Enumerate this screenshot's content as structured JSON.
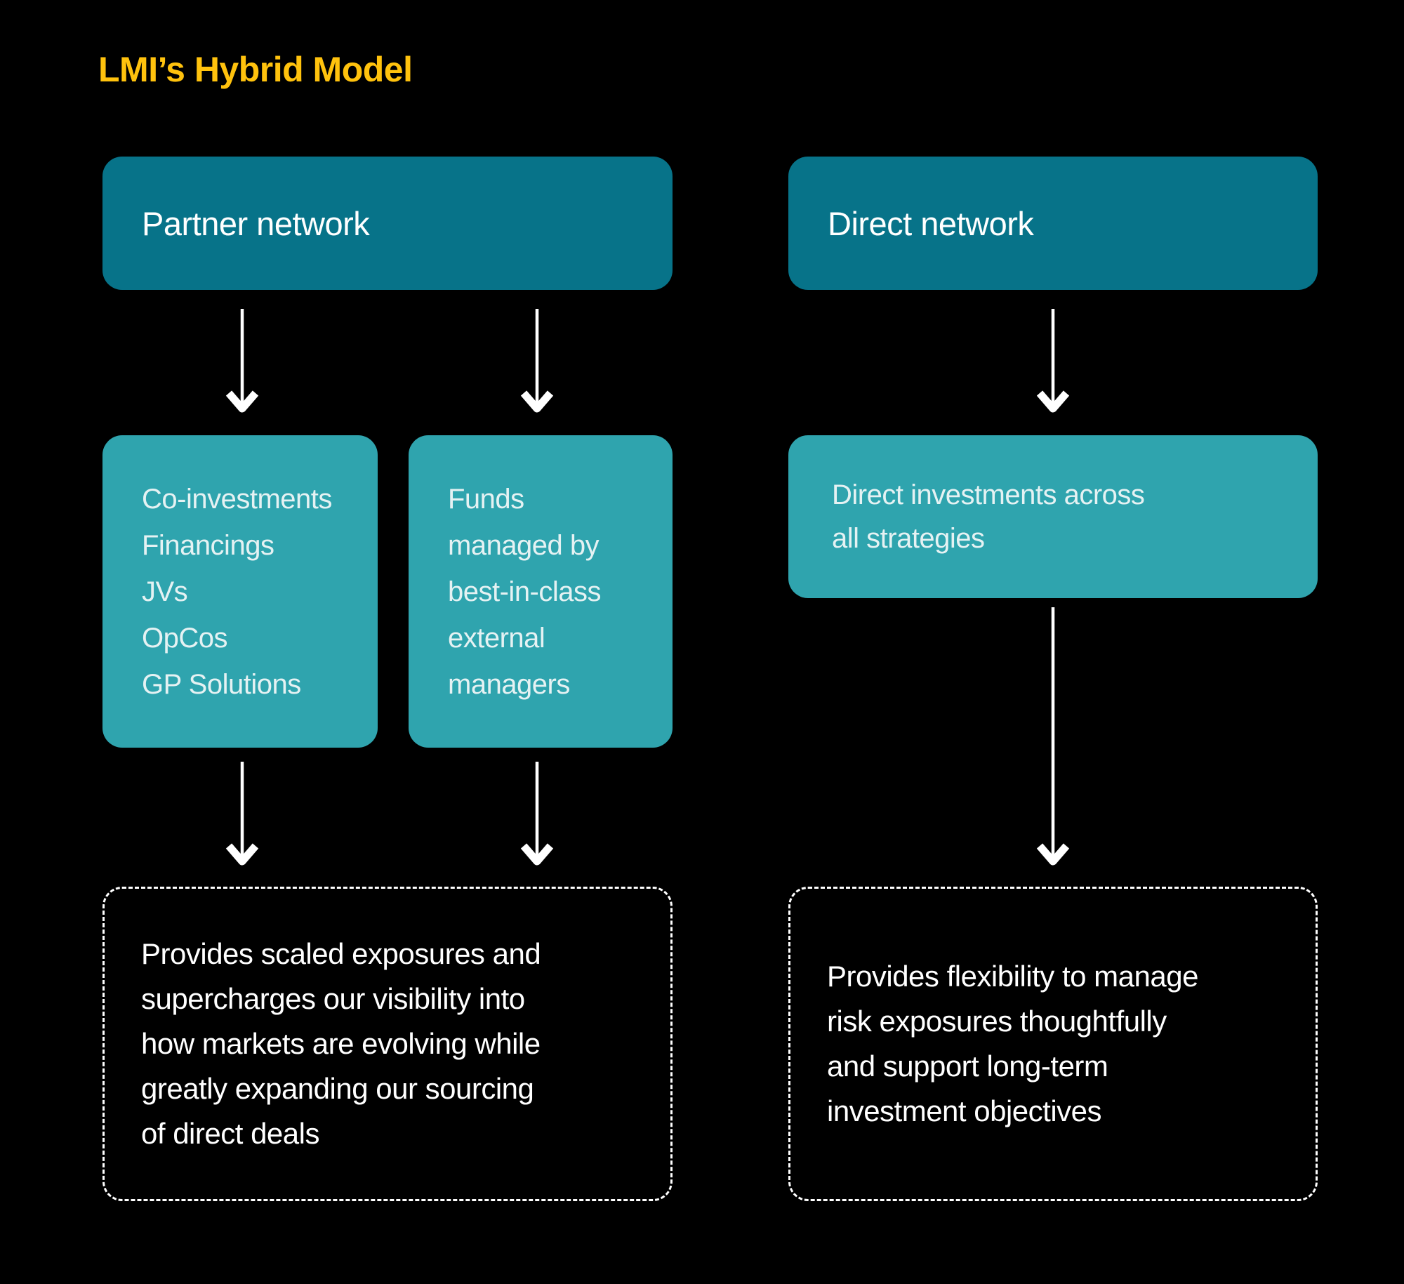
{
  "title": {
    "text": "LMI’s Hybrid Model"
  },
  "colors": {
    "background": "#000000",
    "header_box": "#077389",
    "sub_box": "#2fa4ae",
    "accent_yellow": "#ffc20d",
    "arrow": "#ffffff",
    "outcome_border": "#ffffff"
  },
  "partner_column": {
    "header": "Partner network",
    "deal_types_box": {
      "lines": [
        "Co-investments",
        "Financings",
        "JVs",
        "OpCos",
        "GP Solutions"
      ]
    },
    "funds_box": {
      "lines": [
        "Funds",
        "managed by",
        "best-in-class",
        "external",
        "managers"
      ]
    },
    "outcome_box": {
      "lines": [
        "Provides scaled exposures and",
        "supercharges our visibility into",
        "how markets are evolving while",
        "greatly expanding our sourcing",
        "of direct deals"
      ]
    }
  },
  "direct_column": {
    "header": "Direct network",
    "strategies_box": {
      "lines": [
        "Direct investments across",
        "all strategies"
      ]
    },
    "outcome_box": {
      "lines": [
        "Provides flexibility to manage",
        "risk exposures thoughtfully",
        "and support long-term",
        "investment objectives"
      ]
    }
  }
}
